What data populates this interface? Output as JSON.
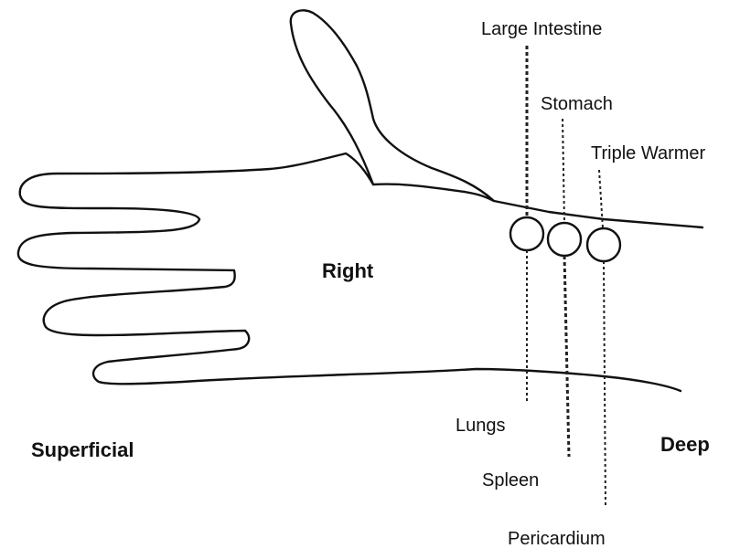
{
  "labels": {
    "center": "Right",
    "left": "Superficial",
    "right": "Deep"
  },
  "superficial_meridians": [
    "Large Intestine",
    "Stomach",
    "Triple Warmer"
  ],
  "deep_meridians": [
    "Lungs",
    "Spleen",
    "Pericardium"
  ],
  "colors": {
    "line": "#111111",
    "background": "#ffffff"
  }
}
